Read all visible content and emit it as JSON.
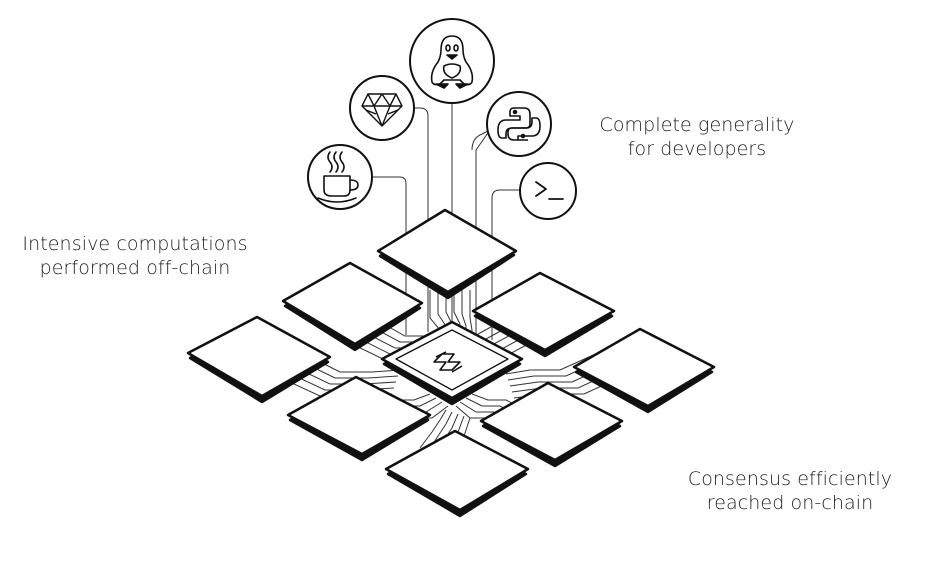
{
  "captions": {
    "generality": [
      "Complete generality",
      "for developers"
    ],
    "offchain": [
      "Intensive computations",
      "performed off-chain"
    ],
    "consensus": [
      "Consensus efficiently",
      "reached on-chain"
    ]
  },
  "icons": [
    "java-coffee-icon",
    "ruby-gem-icon",
    "linux-penguin-icon",
    "python-icon",
    "terminal-icon"
  ],
  "colors": {
    "ink": "#111111",
    "line": "#333333",
    "background": "#ffffff"
  }
}
